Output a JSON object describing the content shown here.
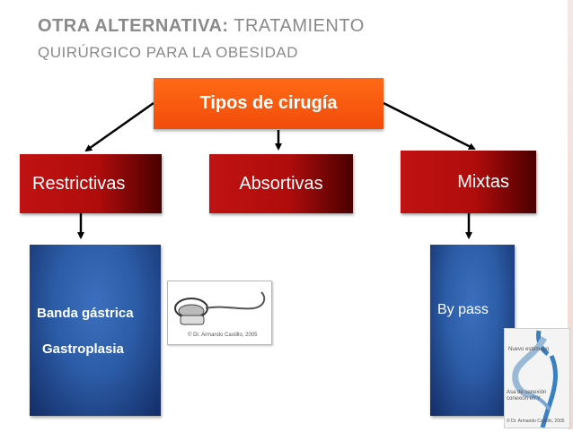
{
  "title": {
    "w1_first": "O",
    "w1_rest": "TRA ALTERNATIVA",
    "colon": ":",
    "w2_first": " T",
    "w2_rest": "RATAMIENTO",
    "line2": "QUIRÚRGICO PARA LA OBESIDAD"
  },
  "diagram": {
    "root": "Tipos de cirugía",
    "categories": {
      "restrictivas": "Restrictivas",
      "absortivas": "Absortivas",
      "mixtas": "Mixtas"
    },
    "restrictivas_items": [
      "Banda gástrica",
      "Gastroplasia"
    ],
    "mixtas_items": [
      "By pass"
    ]
  },
  "images": {
    "band_caption": "© Dr. Armando Castillo, 2005",
    "bypass_labels": [
      "Nuevo estómago",
      "Asa de conexión",
      "conexión en Y"
    ],
    "bypass_caption": "© Dr. Armando Castillo, 2005"
  },
  "colors": {
    "root_box": "#f55a10",
    "category_box": "#b00c0c",
    "item_box": "#2c5ca6",
    "title_text": "#8a8a8a"
  }
}
